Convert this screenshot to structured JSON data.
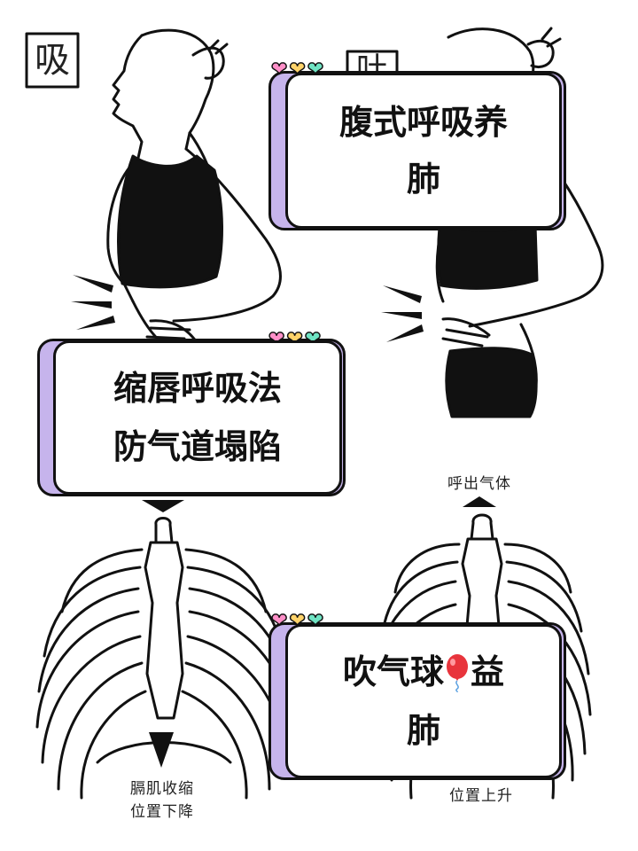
{
  "corner_labels": {
    "inhale": "吸",
    "exhale": "吐"
  },
  "cards": [
    {
      "lines": [
        "腹式呼吸养",
        "肺"
      ]
    },
    {
      "lines": [
        "缩唇呼吸法",
        "防气道塌陷"
      ]
    },
    {
      "lines": [
        "吹气球",
        "益",
        "肺"
      ],
      "balloon_icon": "balloon-icon"
    }
  ],
  "annotations": {
    "exhale_air": "呼出气体",
    "left_diaphragm": [
      "膈肌收缩",
      "位置下降"
    ],
    "right_diaphragm": "位置上升"
  },
  "colors": {
    "card_accent": "#c6b4ec",
    "heart_pink": "#ff8fc8",
    "heart_yellow": "#ffd36a",
    "heart_green": "#6fe3c3"
  }
}
